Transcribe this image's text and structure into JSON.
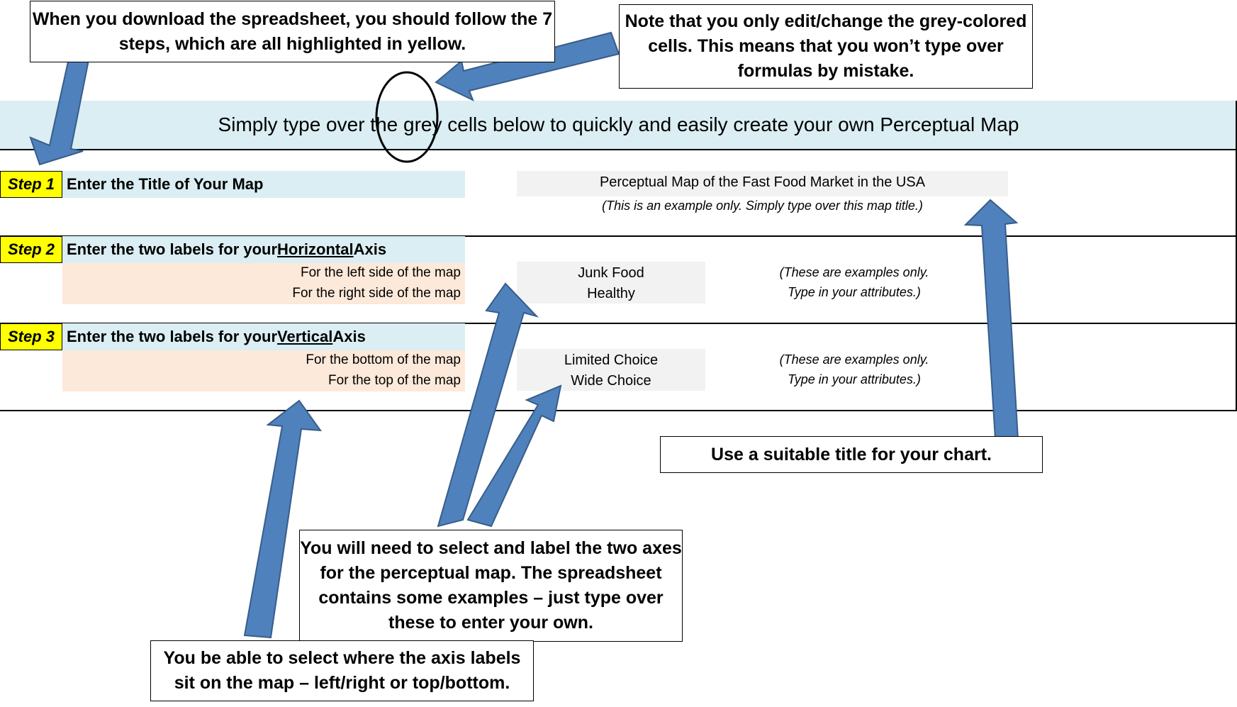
{
  "callouts": {
    "download_steps": "When you download the spreadsheet, you should follow the 7 steps, which are all highlighted in yellow.",
    "grey_cells": "Note that you only edit/change the grey-colored cells. This means that you won’t type over formulas by mistake.",
    "chart_title": "Use a suitable title for your chart.",
    "axes": "You will need to select and label the two axes for the perceptual map. The spreadsheet contains some examples – just type over these to enter your own.",
    "axis_position": "You be able to select where the axis labels sit on the map – left/right or top/bottom."
  },
  "banner": "Simply type over the grey cells below to quickly and easily create your own Perceptual Map",
  "step1": {
    "badge": "Step 1",
    "heading": "Enter the Title of Your Map",
    "value": "Perceptual Map of the Fast Food Market in the USA",
    "note": "(This is an example only. Simply type over this map title.)"
  },
  "step2": {
    "badge": "Step 2",
    "heading_pre": "Enter the two labels for your ",
    "heading_underlined": "Horizontal",
    "heading_post": " Axis",
    "left_label": "For the left side of the map",
    "right_label": "For the right side of the map",
    "left_value": "Junk Food",
    "right_value": "Healthy",
    "note_line1": "(These are examples only.",
    "note_line2": "Type in your attributes.)"
  },
  "step3": {
    "badge": "Step 3",
    "heading_pre": "Enter the two labels for your ",
    "heading_underlined": "Vertical",
    "heading_post": " Axis",
    "bottom_label": "For the bottom of the map",
    "top_label": "For the top of the map",
    "bottom_value": "Limited Choice",
    "top_value": "Wide Choice",
    "note_line1": "(These are examples only.",
    "note_line2": "Type in your attributes.)"
  },
  "colors": {
    "arrow_fill": "#4f81bd",
    "arrow_stroke": "#385d8a",
    "banner": "#daeef3",
    "step_badge": "#ffff00",
    "sub_row": "#fde9d9",
    "input_cell": "#f2f2f2"
  }
}
